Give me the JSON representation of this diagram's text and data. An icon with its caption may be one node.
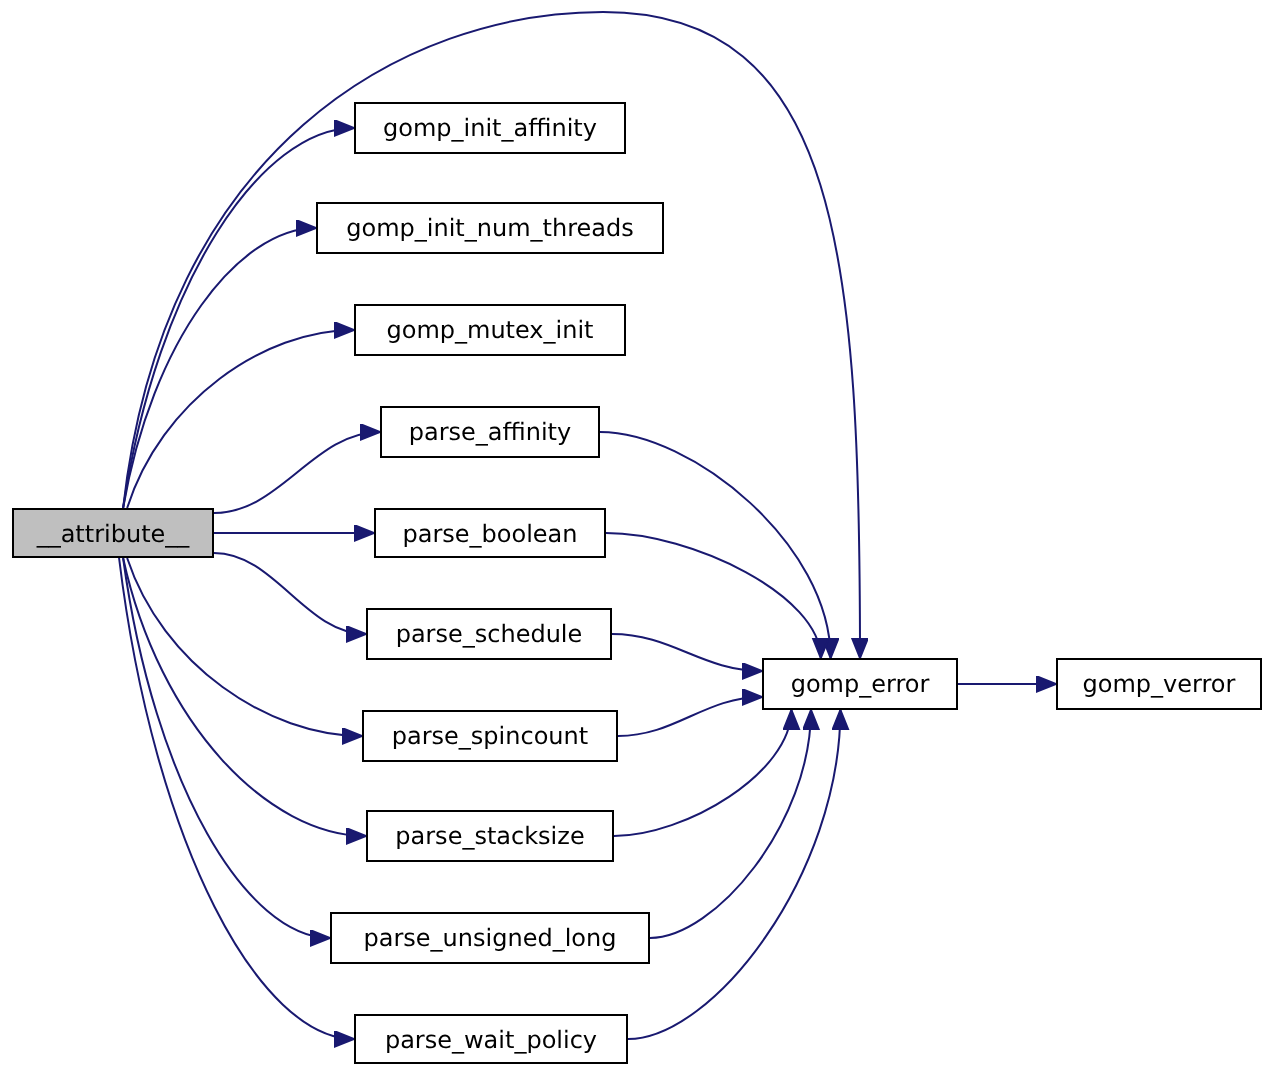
{
  "diagram": {
    "nodes": [
      {
        "text": [
          "__attribute__"
        ]
      },
      {
        "text": [
          "gomp_init_affinity"
        ]
      },
      {
        "text": [
          "gomp_init_num_threads"
        ]
      },
      {
        "text": [
          "gomp_mutex_init"
        ]
      },
      {
        "text": [
          "parse_affinity"
        ]
      },
      {
        "text": [
          "parse_boolean"
        ]
      },
      {
        "text": [
          "parse_schedule"
        ]
      },
      {
        "text": [
          "parse_spincount"
        ]
      },
      {
        "text": [
          "parse_stacksize"
        ]
      },
      {
        "text": [
          "parse_unsigned_long"
        ]
      },
      {
        "text": [
          "parse_wait_policy"
        ]
      },
      {
        "text": [
          "gomp_error"
        ]
      },
      {
        "text": [
          "gomp_verror"
        ]
      }
    ],
    "edges": [
      {
        "from": 0,
        "to": 1,
        "arrow": "to"
      },
      {
        "from": 0,
        "to": 2,
        "arrow": "to"
      },
      {
        "from": 0,
        "to": 3,
        "arrow": "to"
      },
      {
        "from": 0,
        "to": 4,
        "arrow": "to"
      },
      {
        "from": 0,
        "to": 5,
        "arrow": "to"
      },
      {
        "from": 0,
        "to": 6,
        "arrow": "to"
      },
      {
        "from": 0,
        "to": 7,
        "arrow": "to"
      },
      {
        "from": 0,
        "to": 8,
        "arrow": "to"
      },
      {
        "from": 0,
        "to": 9,
        "arrow": "to"
      },
      {
        "from": 0,
        "to": 10,
        "arrow": "to"
      },
      {
        "from": 0,
        "to": 11,
        "arrow": "to"
      },
      {
        "from": 4,
        "to": 11,
        "arrow": "to"
      },
      {
        "from": 5,
        "to": 11,
        "arrow": "to"
      },
      {
        "from": 6,
        "to": 11,
        "arrow": "to"
      },
      {
        "from": 7,
        "to": 11,
        "arrow": "to"
      },
      {
        "from": 8,
        "to": 11,
        "arrow": "to"
      },
      {
        "from": 9,
        "to": 11,
        "arrow": "to"
      },
      {
        "from": 10,
        "to": 11,
        "arrow": "to"
      },
      {
        "from": 11,
        "to": 12,
        "arrow": "to"
      }
    ]
  }
}
